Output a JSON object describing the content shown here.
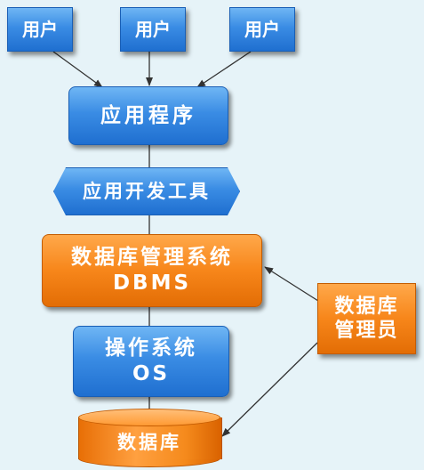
{
  "users": [
    "用户",
    "用户",
    "用户"
  ],
  "application": "应用程序",
  "dev_tools": "应用开发工具",
  "dbms": {
    "name": "数据库管理系统",
    "abbr": "DBMS"
  },
  "os": {
    "name": "操作系统",
    "abbr": "OS"
  },
  "database": "数据库",
  "dba": {
    "line1": "数据库",
    "line2": "管理员"
  },
  "colors": {
    "blue": "#3a8ce4",
    "orange": "#f7861a",
    "background": "#e6f3f8",
    "connector": "#333333"
  }
}
